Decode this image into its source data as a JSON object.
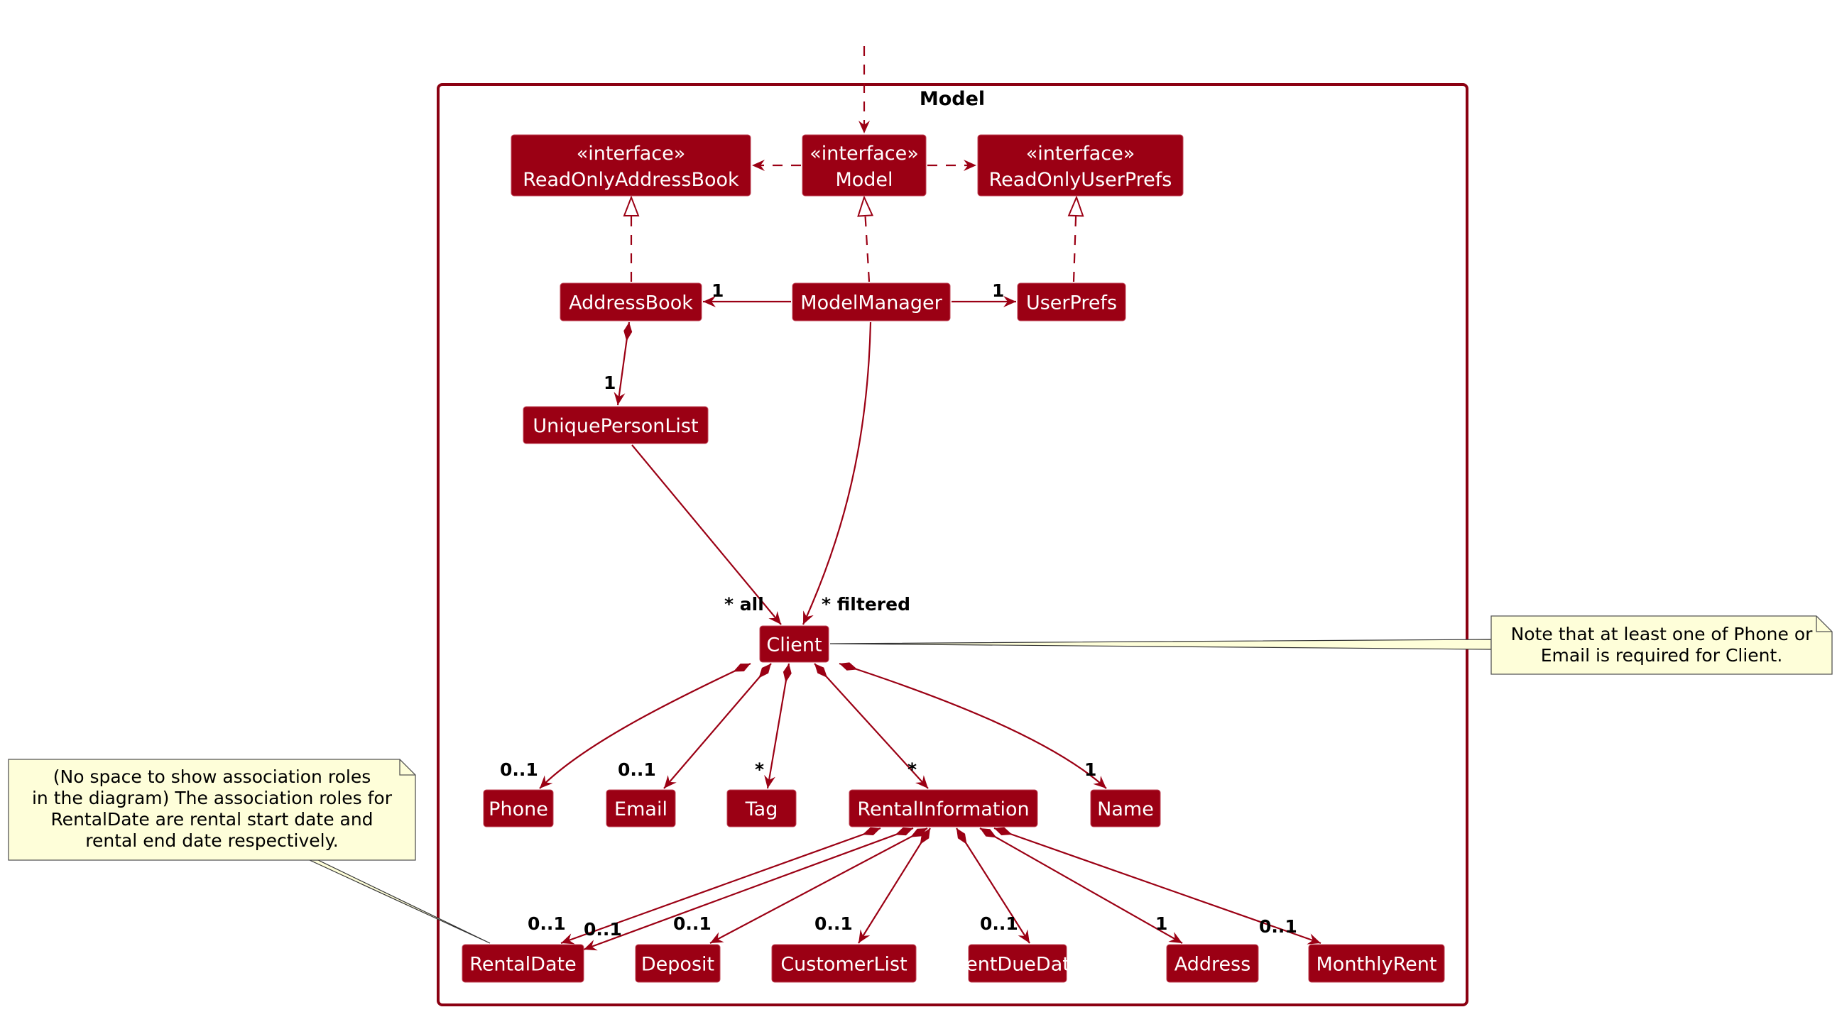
{
  "diagram": {
    "type": "uml-class",
    "package": {
      "title": "Model"
    },
    "colors": {
      "class_fill": "#9b0014",
      "class_text": "#ffffff",
      "edge": "#9b0014",
      "package_border": "#8b0011",
      "note_fill": "#fefed9"
    },
    "classes": [
      {
        "id": "ReadOnlyAddressBook",
        "stereotype": "«interface»",
        "name": "ReadOnlyAddressBook"
      },
      {
        "id": "Model",
        "stereotype": "«interface»",
        "name": "Model"
      },
      {
        "id": "ReadOnlyUserPrefs",
        "stereotype": "«interface»",
        "name": "ReadOnlyUserPrefs"
      },
      {
        "id": "AddressBook",
        "name": "AddressBook"
      },
      {
        "id": "ModelManager",
        "name": "ModelManager"
      },
      {
        "id": "UserPrefs",
        "name": "UserPrefs"
      },
      {
        "id": "UniquePersonList",
        "name": "UniquePersonList"
      },
      {
        "id": "Client",
        "name": "Client"
      },
      {
        "id": "Phone",
        "name": "Phone"
      },
      {
        "id": "Email",
        "name": "Email"
      },
      {
        "id": "Tag",
        "name": "Tag"
      },
      {
        "id": "RentalInformation",
        "name": "RentalInformation"
      },
      {
        "id": "Name",
        "name": "Name"
      },
      {
        "id": "RentalDate",
        "name": "RentalDate"
      },
      {
        "id": "Deposit",
        "name": "Deposit"
      },
      {
        "id": "CustomerList",
        "name": "CustomerList"
      },
      {
        "id": "RentDueDate",
        "name": "RentDueDate"
      },
      {
        "id": "Address",
        "name": "Address"
      },
      {
        "id": "MonthlyRent",
        "name": "MonthlyRent"
      }
    ],
    "relations": [
      {
        "from": "external",
        "to": "Model",
        "kind": "dependency"
      },
      {
        "from": "Model",
        "to": "ReadOnlyAddressBook",
        "kind": "dependency"
      },
      {
        "from": "Model",
        "to": "ReadOnlyUserPrefs",
        "kind": "dependency"
      },
      {
        "from": "AddressBook",
        "to": "ReadOnlyAddressBook",
        "kind": "realization"
      },
      {
        "from": "ModelManager",
        "to": "Model",
        "kind": "realization"
      },
      {
        "from": "UserPrefs",
        "to": "ReadOnlyUserPrefs",
        "kind": "realization"
      },
      {
        "from": "ModelManager",
        "to": "AddressBook",
        "kind": "association",
        "multiplicity": "1"
      },
      {
        "from": "ModelManager",
        "to": "UserPrefs",
        "kind": "association",
        "multiplicity": "1"
      },
      {
        "from": "AddressBook",
        "to": "UniquePersonList",
        "kind": "composition",
        "multiplicity": "1"
      },
      {
        "from": "UniquePersonList",
        "to": "Client",
        "kind": "association",
        "multiplicity": "* all"
      },
      {
        "from": "ModelManager",
        "to": "Client",
        "kind": "association",
        "multiplicity": "* filtered"
      },
      {
        "from": "Client",
        "to": "Phone",
        "kind": "composition",
        "multiplicity": "0..1"
      },
      {
        "from": "Client",
        "to": "Email",
        "kind": "composition",
        "multiplicity": "0..1"
      },
      {
        "from": "Client",
        "to": "Tag",
        "kind": "composition",
        "multiplicity": "*"
      },
      {
        "from": "Client",
        "to": "RentalInformation",
        "kind": "composition",
        "multiplicity": "*"
      },
      {
        "from": "Client",
        "to": "Name",
        "kind": "composition",
        "multiplicity": "1"
      },
      {
        "from": "RentalInformation",
        "to": "RentalDate",
        "kind": "composition",
        "multiplicity": "0..1"
      },
      {
        "from": "RentalInformation",
        "to": "RentalDate",
        "kind": "composition",
        "multiplicity": "0..1"
      },
      {
        "from": "RentalInformation",
        "to": "Deposit",
        "kind": "composition",
        "multiplicity": "0..1"
      },
      {
        "from": "RentalInformation",
        "to": "CustomerList",
        "kind": "composition",
        "multiplicity": "0..1"
      },
      {
        "from": "RentalInformation",
        "to": "RentDueDate",
        "kind": "composition",
        "multiplicity": "0..1"
      },
      {
        "from": "RentalInformation",
        "to": "Address",
        "kind": "composition",
        "multiplicity": "1"
      },
      {
        "from": "RentalInformation",
        "to": "MonthlyRent",
        "kind": "composition",
        "multiplicity": "0..1"
      }
    ],
    "notes": [
      {
        "id": "client-note",
        "attached_to": "Client",
        "lines": [
          "Note that at least one of Phone or",
          "Email is required for Client."
        ]
      },
      {
        "id": "rentaldate-note",
        "attached_to": "RentalDate",
        "lines": [
          "(No space to show association roles",
          "in the diagram) The association roles for",
          "RentalDate are rental start date and",
          "rental end date respectively."
        ]
      }
    ]
  }
}
